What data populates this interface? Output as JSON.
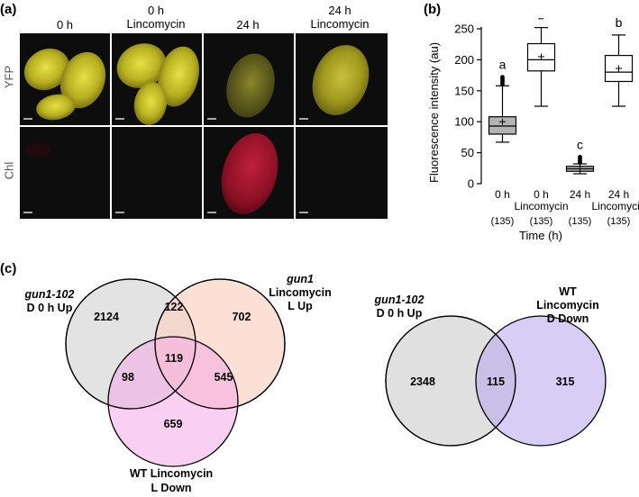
{
  "panel_a": {
    "label": "(a)",
    "columns": [
      "0 h",
      "0 h\nLincomycin",
      "24 h",
      "24 h\nLincomycin"
    ],
    "col_line1": [
      "0 h",
      "0 h",
      "24 h",
      "24 h"
    ],
    "col_line2": [
      "",
      "Lincomycin",
      "",
      "Lincomycin"
    ],
    "rows": [
      "YFP",
      "Chl"
    ]
  },
  "panel_b": {
    "label": "(b)",
    "chart_data": {
      "type": "box",
      "ylabel": "Fluorescence intensity (au)",
      "xlabel": "Time (h)",
      "ylim": [
        0,
        250
      ],
      "yticks": [
        0,
        50,
        100,
        150,
        200,
        250
      ],
      "categories": [
        {
          "line1": "0 h",
          "line2": "",
          "n": "(135)"
        },
        {
          "line1": "0 h",
          "line2": "Lincomycin",
          "n": "(135)"
        },
        {
          "line1": "24 h",
          "line2": "",
          "n": "(135)"
        },
        {
          "line1": "24 h",
          "line2": "Lincomycin",
          "n": "(135)"
        }
      ],
      "boxes": [
        {
          "min": 67,
          "q1": 80,
          "median": 93,
          "q3": 108,
          "max": 158,
          "mean": 100,
          "outliers": [
            160,
            163,
            166,
            169,
            172
          ],
          "letter": "a",
          "fill": "#b3b3b3"
        },
        {
          "min": 125,
          "q1": 182,
          "median": 200,
          "q3": 226,
          "max": 252,
          "mean": 205,
          "outliers": [],
          "letter": "b",
          "fill": "#ffffff"
        },
        {
          "min": 16,
          "q1": 20,
          "median": 24,
          "q3": 28,
          "max": 32,
          "mean": 24,
          "outliers": [
            34,
            37,
            40,
            43
          ],
          "letter": "c",
          "fill": "#b3b3b3"
        },
        {
          "min": 125,
          "q1": 165,
          "median": 180,
          "q3": 207,
          "max": 240,
          "mean": 186,
          "outliers": [],
          "letter": "b",
          "fill": "#ffffff"
        }
      ]
    }
  },
  "panel_c": {
    "label": "(c)",
    "venn1": {
      "set_a": {
        "bold": "gun1-102",
        "rest": "D 0 h Up",
        "color": "#e0e0e0"
      },
      "set_b": {
        "bold": "gun1",
        "rest1": "Lincomycin",
        "rest2": "L Up",
        "color": "#fcd3c3"
      },
      "set_c": {
        "line1": "WT Lincomycin",
        "line2": "L Down",
        "color": "#f7c6ef"
      },
      "counts": {
        "a_only": "2124",
        "ab": "122",
        "b_only": "702",
        "abc": "119",
        "ac": "98",
        "bc": "545",
        "c_only": "659"
      }
    },
    "venn2": {
      "set_a": {
        "bold": "gun1-102",
        "rest": "D 0 h Up",
        "color": "#e0e0e0"
      },
      "set_b": {
        "line1": "WT",
        "line2": "Lincomycin",
        "line3": "D Down",
        "color": "#d8cef3"
      },
      "counts": {
        "a_only": "2348",
        "ab": "115",
        "b_only": "315"
      }
    }
  }
}
